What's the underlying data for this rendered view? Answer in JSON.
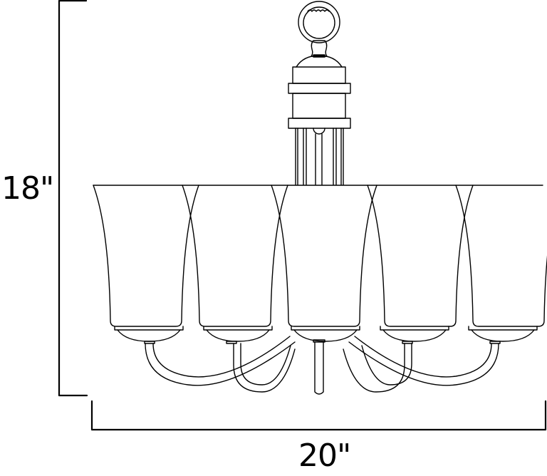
{
  "diagram": {
    "subject": "Five-light chandelier line drawing with dimensions",
    "line_color": "#000000",
    "background_color": "#ffffff",
    "dimensions": {
      "height": {
        "label": "18\"",
        "value": 18,
        "unit": "in"
      },
      "width": {
        "label": "20\"",
        "value": 20,
        "unit": "in"
      }
    },
    "components": {
      "canopy_ring": "hanging-loop-ring",
      "body": "cylindrical-center-column",
      "shade_count": 5,
      "arm_count": 5
    }
  }
}
